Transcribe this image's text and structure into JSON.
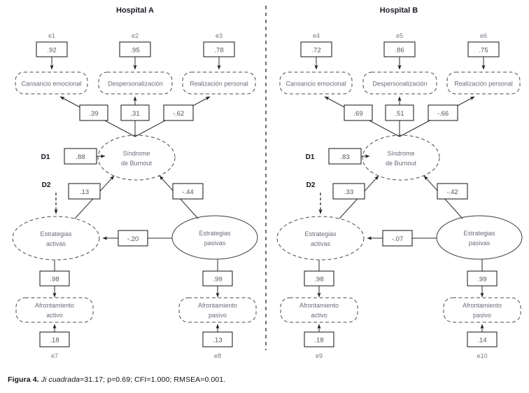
{
  "figure": {
    "caption_label": "Figura 4.",
    "caption_italic": "Ji cuadrada",
    "caption_rest": "=31.17; p=0.69; CFI=1.000; RMSEA=0.001.",
    "divider": "vertical-dashed-divider"
  },
  "chart_data": {
    "type": "diagram",
    "title": "Figura 4. Modelo de ecuaciones estructurales: Sindrome de Burnout y estrategias de afrontamiento",
    "fit_indices": {
      "ji_cuadrada": 31.17,
      "p": 0.69,
      "CFI": 1.0,
      "RMSEA": 0.001
    },
    "panels": [
      {
        "name": "Hospital A",
        "latent_variables": [
          "Sindrome de Burnout",
          "Estrategias activas",
          "Estrategias pasivas"
        ],
        "indicators": [
          "Cansancio emocional",
          "Despersonalizacion",
          "Realizacion personal",
          "Afrontamiento activo",
          "Afrontamiento pasivo"
        ],
        "error_terms": [
          {
            "id": "e1",
            "value": ".92",
            "on": "Cansancio emocional"
          },
          {
            "id": "e2",
            "value": ".95",
            "on": "Despersonalizacion"
          },
          {
            "id": "e3",
            "value": ".78",
            "on": "Realizacion personal"
          },
          {
            "id": "e7",
            "value": ".18",
            "on": "Afrontamiento activo"
          },
          {
            "id": "e8",
            "value": ".13",
            "on": "Afrontamiento pasivo"
          }
        ],
        "disturbances": [
          {
            "id": "D1",
            "value": ".88",
            "on": "Sindrome de Burnout"
          },
          {
            "id": "D2",
            "value": null,
            "on": "Estrategias activas"
          }
        ],
        "paths": [
          {
            "from": "Sindrome de Burnout",
            "to": "Cansancio emocional",
            "value": ".39"
          },
          {
            "from": "Sindrome de Burnout",
            "to": "Despersonalizacion",
            "value": ".31"
          },
          {
            "from": "Sindrome de Burnout",
            "to": "Realizacion personal",
            "value": "-.62"
          },
          {
            "from": "Estrategias activas",
            "to": "Sindrome de Burnout",
            "value": ".13"
          },
          {
            "from": "Estrategias pasivas",
            "to": "Sindrome de Burnout",
            "value": "-.44"
          },
          {
            "from": "Estrategias pasivas",
            "to": "Estrategias activas",
            "value": "-.20"
          },
          {
            "from": "Estrategias activas",
            "to": "Afrontamiento activo",
            "value": ".98"
          },
          {
            "from": "Estrategias pasivas",
            "to": "Afrontamiento pasivo",
            "value": ".99"
          }
        ]
      },
      {
        "name": "Hospital B",
        "latent_variables": [
          "Sindrome de Burnout",
          "Estrategias activas",
          "Estrategias pasivas"
        ],
        "indicators": [
          "Cansancio emocional",
          "Despersonalizacion",
          "Realizacion personal",
          "Afrontamiento activo",
          "Afrontamiento pasivo"
        ],
        "error_terms": [
          {
            "id": "e4",
            "value": ".72",
            "on": "Cansancio emocional"
          },
          {
            "id": "e5",
            "value": ".86",
            "on": "Despersonalizacion"
          },
          {
            "id": "e6",
            "value": ".75",
            "on": "Realizacion personal"
          },
          {
            "id": "e9",
            "value": ".18",
            "on": "Afrontamiento activo"
          },
          {
            "id": "e10",
            "value": ".14",
            "on": "Afrontamiento pasivo"
          }
        ],
        "disturbances": [
          {
            "id": "D1",
            "value": ".83",
            "on": "Sindrome de Burnout"
          },
          {
            "id": "D2",
            "value": null,
            "on": "Estrategias activas"
          }
        ],
        "paths": [
          {
            "from": "Sindrome de Burnout",
            "to": "Cansancio emocional",
            "value": ".69"
          },
          {
            "from": "Sindrome de Burnout",
            "to": "Despersonalizacion",
            "value": ".51"
          },
          {
            "from": "Sindrome de Burnout",
            "to": "Realizacion personal",
            "value": "-.66"
          },
          {
            "from": "Estrategias activas",
            "to": "Sindrome de Burnout",
            "value": ".33"
          },
          {
            "from": "Estrategias pasivas",
            "to": "Sindrome de Burnout",
            "value": "-.42"
          },
          {
            "from": "Estrategias pasivas",
            "to": "Estrategias activas",
            "value": "-.07"
          },
          {
            "from": "Estrategias activas",
            "to": "Afrontamiento activo",
            "value": ".98"
          },
          {
            "from": "Estrategias pasivas",
            "to": "Afrontamiento pasivo",
            "value": ".99"
          }
        ]
      }
    ]
  },
  "panelA": {
    "title": "Hospital A",
    "e1_label": "e1",
    "e2_label": "e2",
    "e3_label": "e3",
    "e7_label": "e7",
    "e8_label": "e8",
    "e1_value": ".92",
    "e2_value": ".95",
    "e3_value": ".78",
    "e7_value": ".18",
    "e8_value": ".13",
    "ind1": "Cansancio emocional",
    "ind2": "Despersonalización",
    "ind3": "Realización personal",
    "latent1_line1": "Síndrome",
    "latent1_line2": "de Burnout",
    "latent2_line1": "Estrategias",
    "latent2_line2": "activas",
    "latent3_line1": "Estrategias",
    "latent3_line2": "pasivas",
    "ind4_line1": "Afrontamiento",
    "ind4_line2": "activo",
    "ind5_line1": "Afrontamiento",
    "ind5_line2": "pasivo",
    "d1_label": "D1",
    "d2_label": "D2",
    "d1_value": ".88",
    "path_ce": ".39",
    "path_dp": ".31",
    "path_rp": "-.62",
    "path_act_bo": ".13",
    "path_pas_bo": "-.44",
    "path_pas_act": "-.20",
    "load_act": ".98",
    "load_pas": ".99"
  },
  "panelB": {
    "title": "Hospital B",
    "e1_label": "e4",
    "e2_label": "e5",
    "e3_label": "e6",
    "e7_label": "e9",
    "e8_label": "e10",
    "e1_value": ".72",
    "e2_value": ".86",
    "e3_value": ".75",
    "e7_value": ".18",
    "e8_value": ".14",
    "ind1": "Cansancio emocional",
    "ind2": "Despersonalización",
    "ind3": "Realización personal",
    "latent1_line1": "Síndrome",
    "latent1_line2": "de Burnout",
    "latent2_line1": "Estrategias",
    "latent2_line2": "activas",
    "latent3_line1": "Estrategias",
    "latent3_line2": "pasivas",
    "ind4_line1": "Afrontamiento",
    "ind4_line2": "activo",
    "ind5_line1": "Afrontamiento",
    "ind5_line2": "pasivo",
    "d1_label": "D1",
    "d2_label": "D2",
    "d1_value": ".83",
    "path_ce": ".69",
    "path_dp": ".51",
    "path_rp": "-.66",
    "path_act_bo": ".33",
    "path_pas_bo": "-.42",
    "path_pas_act": "-.07",
    "load_act": ".98",
    "load_pas": ".99"
  }
}
